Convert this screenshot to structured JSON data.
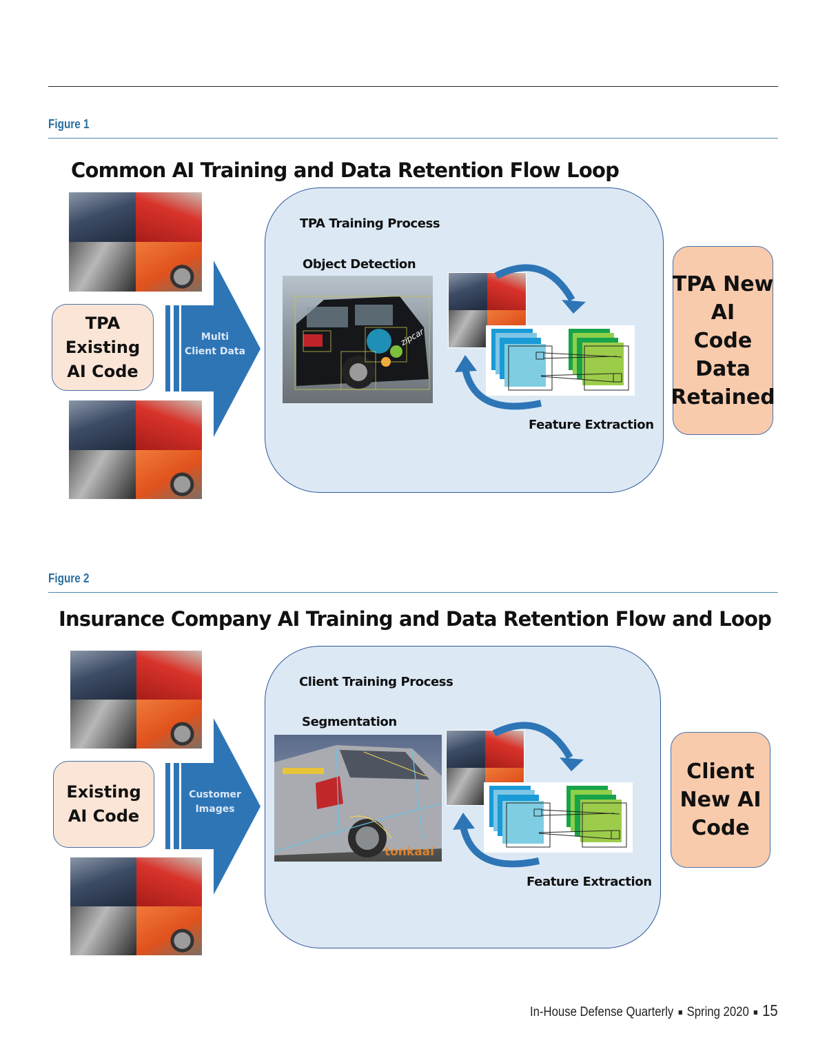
{
  "figure1": {
    "label": "Figure 1",
    "title": "Common AI Training and Data Retention Flow Loop",
    "left_box": [
      "TPA",
      "Existing",
      "AI Code"
    ],
    "arrow_label": [
      "Multi",
      "Client Data"
    ],
    "process_title": "TPA Training Process",
    "step_label": "Object Detection",
    "photo_text": "zipcar",
    "feature_label": "Feature Extraction",
    "right_box": [
      "TPA New",
      "AI",
      "Code",
      "Data",
      "Retained"
    ]
  },
  "figure2": {
    "label": "Figure 2",
    "title": "Insurance Company AI Training and Data Retention Flow and Loop",
    "left_box": [
      "Existing",
      "AI Code"
    ],
    "arrow_label": [
      "Customer",
      "Images"
    ],
    "process_title": "Client Training Process",
    "step_label": "Segmentation",
    "photo_text": "tonkaai",
    "feature_label": "Feature Extraction",
    "right_box": [
      "Client",
      "New AI",
      "Code"
    ]
  },
  "footer": {
    "publication": "In-House Defense Quarterly",
    "issue": "Spring 2020",
    "page_number": "15"
  },
  "colors": {
    "figure_label": "#2a6f9e",
    "arrow": "#2e75b6",
    "process_fill": "#dce9f5",
    "left_box": "#fbe5d6",
    "right_box": "#f8cbad"
  }
}
